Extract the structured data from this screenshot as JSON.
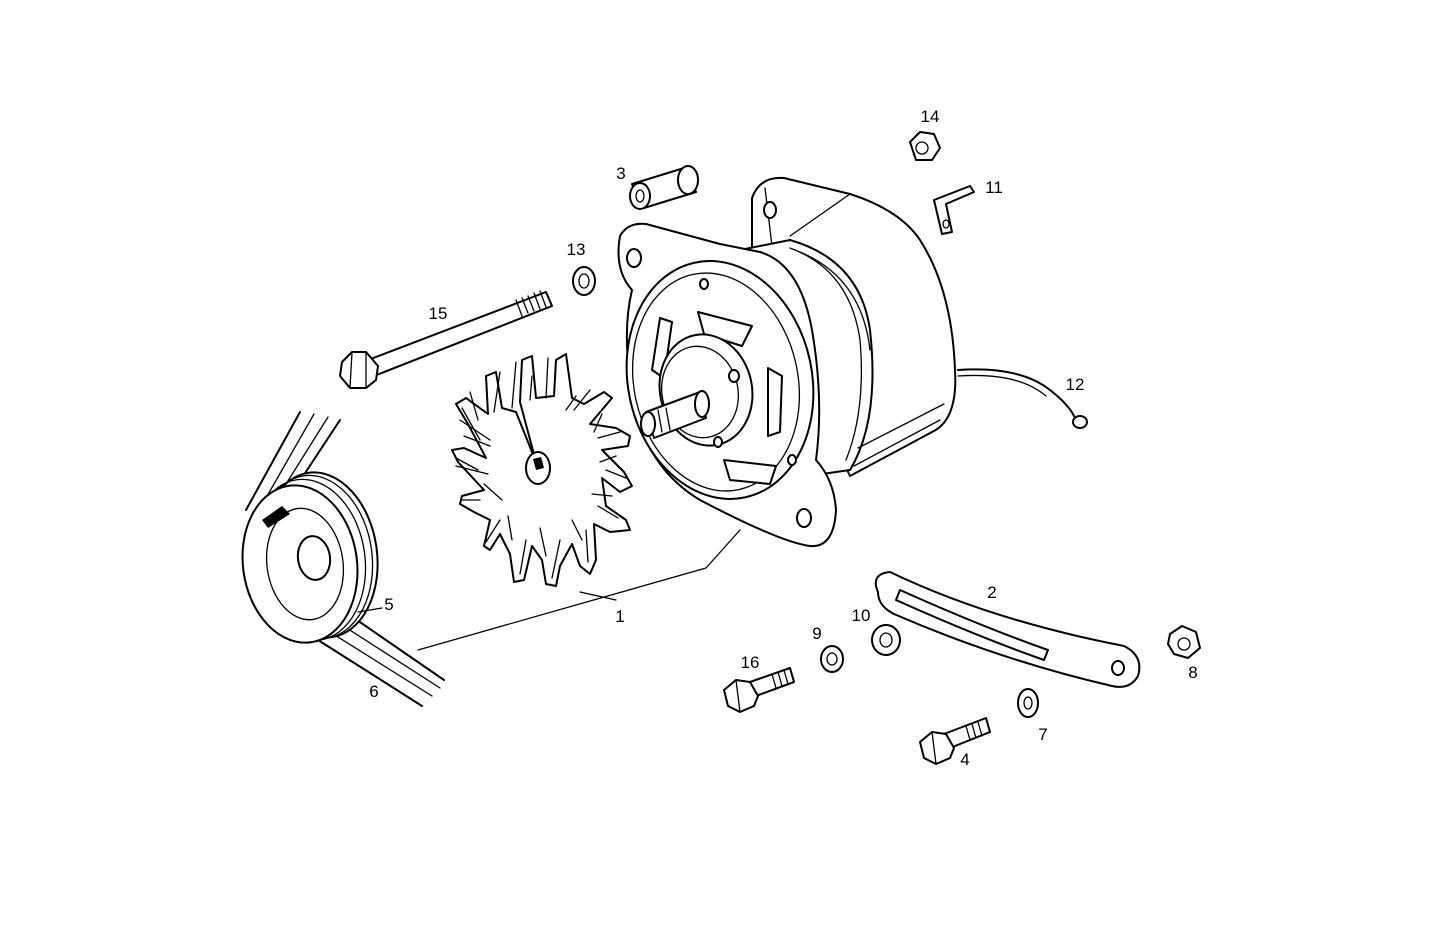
{
  "diagram": {
    "labels": {
      "p1": "1",
      "p2": "2",
      "p3": "3",
      "p4": "4",
      "p5": "5",
      "p6": "6",
      "p7": "7",
      "p8": "8",
      "p9": "9",
      "p10": "10",
      "p11": "11",
      "p12": "12",
      "p13": "13",
      "p14": "14",
      "p15": "15",
      "p16": "16"
    }
  }
}
